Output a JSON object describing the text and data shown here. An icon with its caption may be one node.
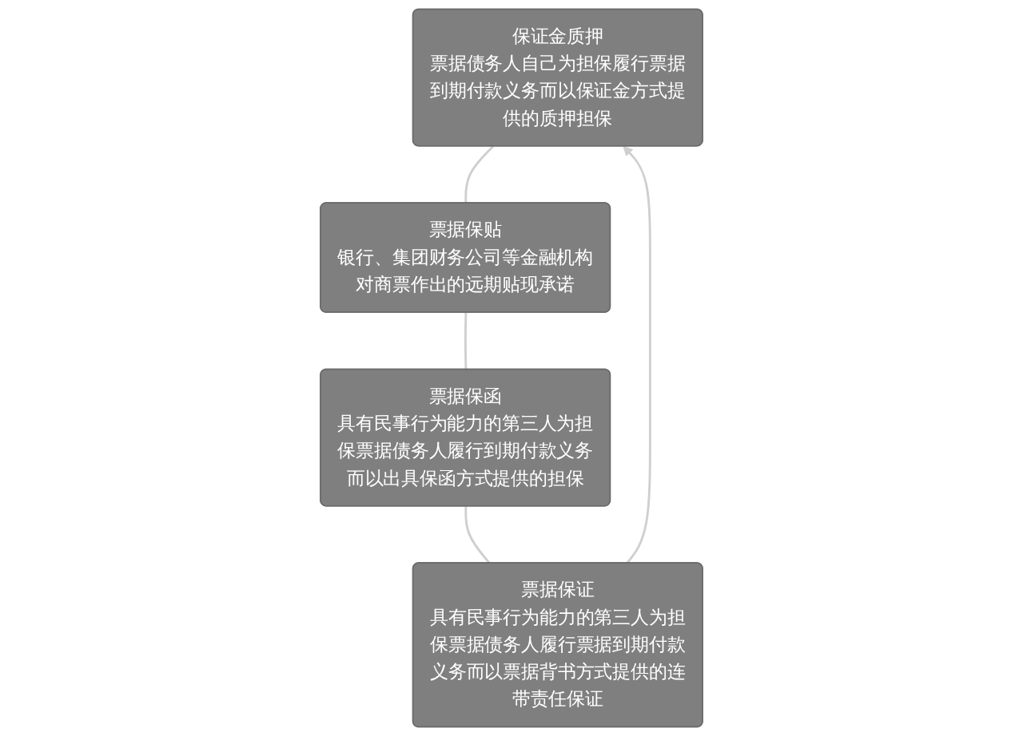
{
  "diagram": {
    "nodes": [
      {
        "text": [
          "保证金质押",
          "票据债务人自己为担保履行票据到期付款义务而以保证金方式提供的质押担保"
        ]
      },
      {
        "text": [
          "票据保贴",
          "银行、集团财务公司等金融机构对商票作出的远期贴现承诺"
        ]
      },
      {
        "text": [
          "票据保函",
          "具有民事行为能力的第三人为担保票据债务人履行到期付款义务而以出具保函方式提供的担保"
        ]
      },
      {
        "text": [
          "票据保证",
          "具有民事行为能力的第三人为担保票据债务人履行票据到期付款义务而以票据背书方式提供的连带责任保证"
        ]
      }
    ],
    "edges": [
      {
        "from": 0,
        "to": 1,
        "arrow": "none"
      },
      {
        "from": 1,
        "to": 2,
        "arrow": "none"
      },
      {
        "from": 2,
        "to": 3,
        "arrow": "none"
      },
      {
        "from": 3,
        "to": 0,
        "arrow": "to"
      }
    ]
  }
}
